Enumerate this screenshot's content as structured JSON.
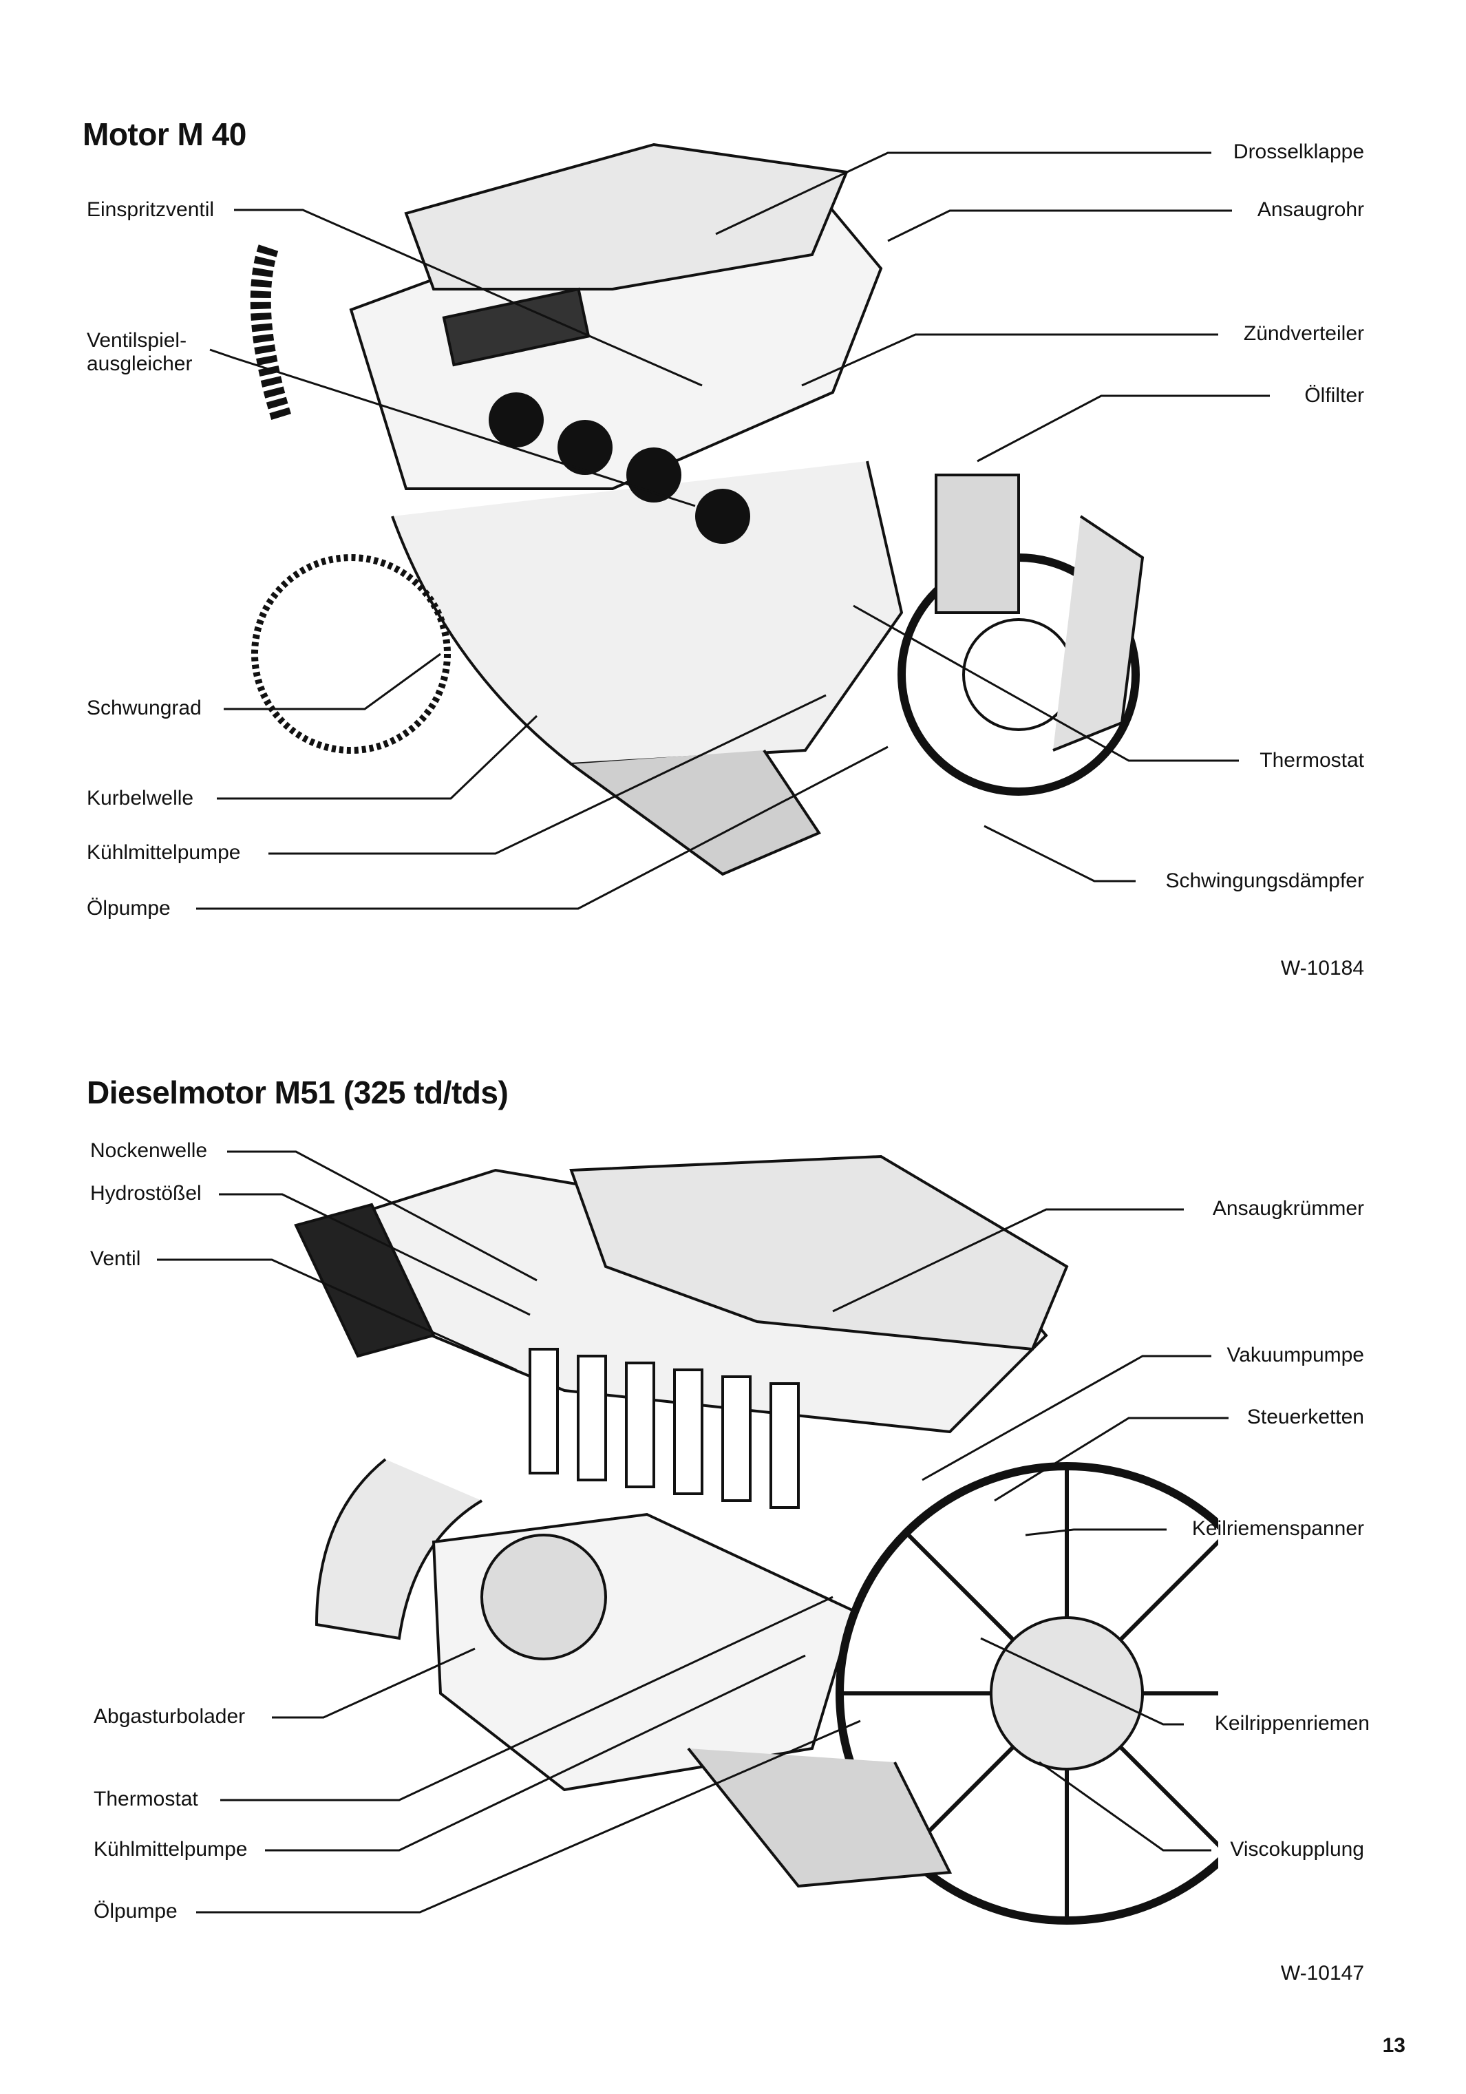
{
  "page_number": "13",
  "section1": {
    "title": "Motor M 40",
    "figure_id": "W-10184",
    "labels_left": [
      "Einspritzventil",
      "Ventilspiel-\nausgleicher",
      "Schwungrad",
      "Kurbelwelle",
      "Kühlmittelpumpe",
      "Ölpumpe"
    ],
    "labels_right": [
      "Drosselklappe",
      "Ansaugrohr",
      "Zündverteiler",
      "Ölfilter",
      "Thermostat",
      "Schwingungsdämpfer"
    ]
  },
  "section2": {
    "title": "Dieselmotor M51 (325 td/tds)",
    "figure_id": "W-10147",
    "labels_left": [
      "Nockenwelle",
      "Hydrostößel",
      "Ventil",
      "Abgasturbolader",
      "Thermostat",
      "Kühlmittelpumpe",
      "Ölpumpe"
    ],
    "labels_right": [
      "Ansaugkrümmer",
      "Vakuumpumpe",
      "Steuerketten",
      "Keilriemenspanner",
      "Keilrippenriemen",
      "Viscokupplung"
    ]
  }
}
